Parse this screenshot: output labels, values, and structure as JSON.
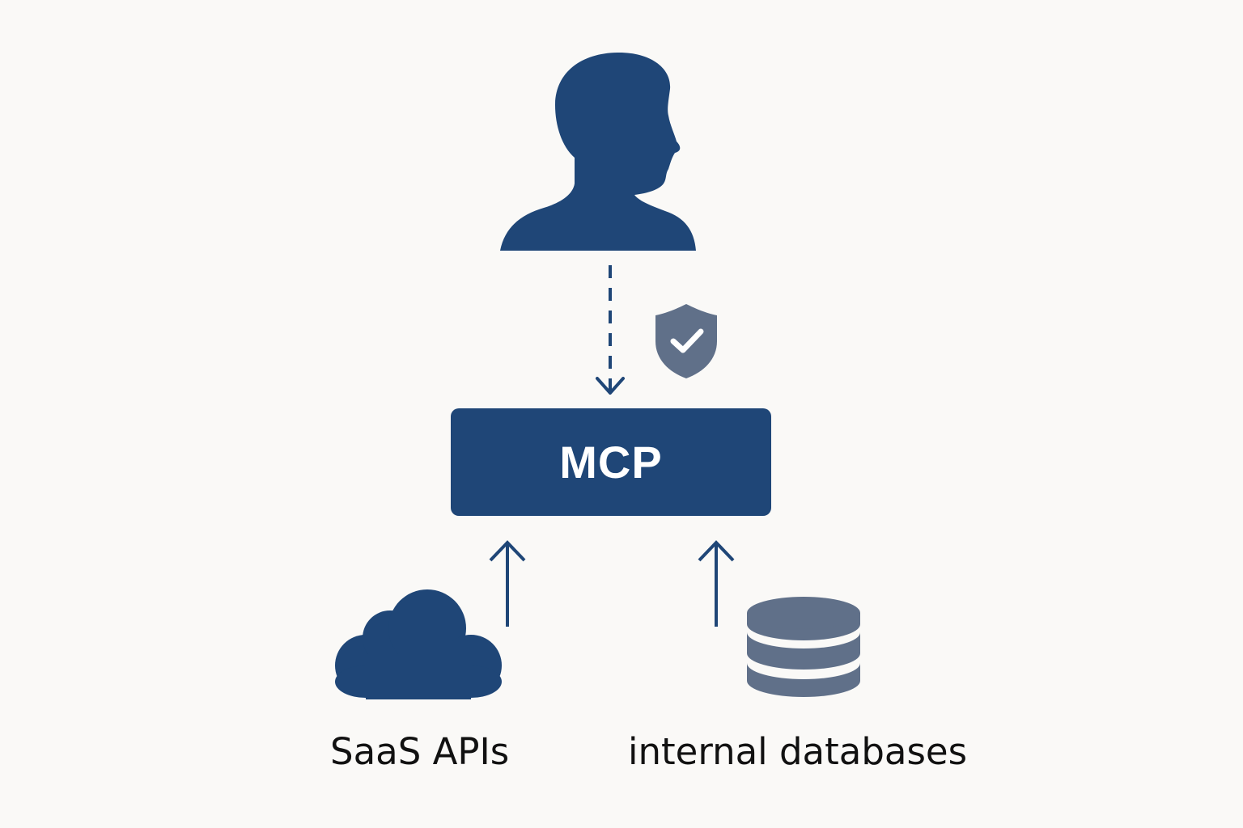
{
  "colors": {
    "background": "#faf9f7",
    "primary": "#1f4677",
    "secondary": "#607089",
    "text": "#111111"
  },
  "nodes": {
    "user": {
      "icon": "person-silhouette-icon"
    },
    "mcp": {
      "label": "MCP"
    },
    "security": {
      "icon": "shield-check-icon"
    },
    "saas": {
      "icon": "cloud-icon",
      "label": "SaaS APIs"
    },
    "databases": {
      "icon": "database-icon",
      "label": "internal databases"
    }
  },
  "edges": [
    {
      "from": "user",
      "to": "mcp",
      "style": "dashed"
    },
    {
      "from": "saas",
      "to": "mcp",
      "style": "solid"
    },
    {
      "from": "databases",
      "to": "mcp",
      "style": "solid"
    }
  ]
}
